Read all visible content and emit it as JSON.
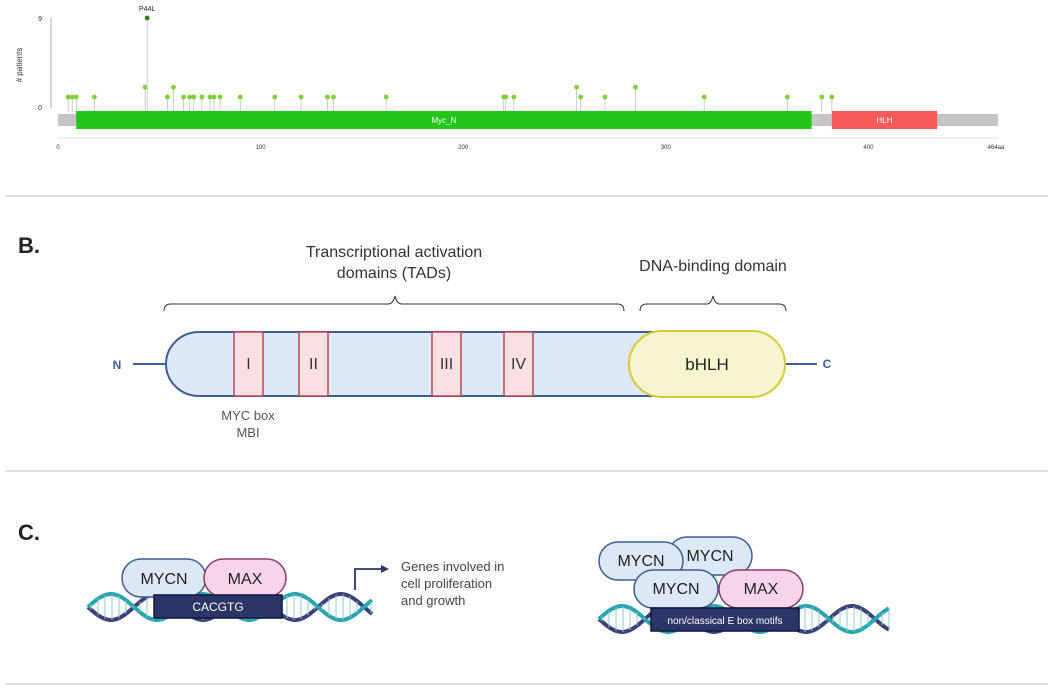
{
  "panel_a": {
    "y_axis_label": "# patients",
    "y_ticks": [
      "9",
      "0"
    ],
    "x_ticks": [
      "0",
      "100",
      "200",
      "300",
      "400",
      "464aa"
    ],
    "highlight_label": "P44L",
    "domains": [
      {
        "name": "Myc_N",
        "start": 9,
        "end": 372,
        "color": "#22c61a"
      },
      {
        "name": "HLH",
        "start": 382,
        "end": 434,
        "color": "#f65a5a"
      }
    ],
    "protein_length": 464,
    "lollipop_color": "#7fcf3a",
    "highlight_color": "#2f7d1b",
    "mutations": [
      {
        "pos": 5,
        "count": 1
      },
      {
        "pos": 7,
        "count": 1
      },
      {
        "pos": 9,
        "count": 1
      },
      {
        "pos": 18,
        "count": 1
      },
      {
        "pos": 43,
        "count": 2
      },
      {
        "pos": 44,
        "count": 9,
        "highlight": true
      },
      {
        "pos": 54,
        "count": 1
      },
      {
        "pos": 57,
        "count": 2
      },
      {
        "pos": 62,
        "count": 1
      },
      {
        "pos": 65,
        "count": 1
      },
      {
        "pos": 67,
        "count": 1
      },
      {
        "pos": 71,
        "count": 1
      },
      {
        "pos": 75,
        "count": 1
      },
      {
        "pos": 77,
        "count": 1
      },
      {
        "pos": 80,
        "count": 1
      },
      {
        "pos": 90,
        "count": 1
      },
      {
        "pos": 107,
        "count": 1
      },
      {
        "pos": 120,
        "count": 1
      },
      {
        "pos": 133,
        "count": 1
      },
      {
        "pos": 136,
        "count": 1
      },
      {
        "pos": 162,
        "count": 1
      },
      {
        "pos": 220,
        "count": 1
      },
      {
        "pos": 221,
        "count": 1
      },
      {
        "pos": 225,
        "count": 1
      },
      {
        "pos": 256,
        "count": 2
      },
      {
        "pos": 258,
        "count": 1
      },
      {
        "pos": 270,
        "count": 1
      },
      {
        "pos": 285,
        "count": 2
      },
      {
        "pos": 319,
        "count": 1
      },
      {
        "pos": 360,
        "count": 1
      },
      {
        "pos": 377,
        "count": 1
      },
      {
        "pos": 382,
        "count": 1
      }
    ]
  },
  "panel_b": {
    "label": "B.",
    "tad_label_line1": "Transcriptional activation",
    "tad_label_line2": "domains (TADs)",
    "dna_binding_label": "DNA-binding domain",
    "n_term": "N",
    "c_term": "C",
    "boxes": [
      "I",
      "II",
      "III",
      "IV"
    ],
    "bhlh": "bHLH",
    "myc_box_line1": "MYC box",
    "myc_box_line2": "MBI"
  },
  "panel_c": {
    "label": "C.",
    "left": {
      "mycn": "MYCN",
      "max": "MAX",
      "motif": "CACGTG"
    },
    "genes_line1": "Genes involved in",
    "genes_line2": "cell proliferation",
    "genes_line3": "and growth",
    "right": {
      "mycn_a": "MYCN",
      "mycn_b": "MYCN",
      "mycn_c": "MYCN",
      "max": "MAX",
      "motif": "non/classical E box motifs"
    }
  }
}
